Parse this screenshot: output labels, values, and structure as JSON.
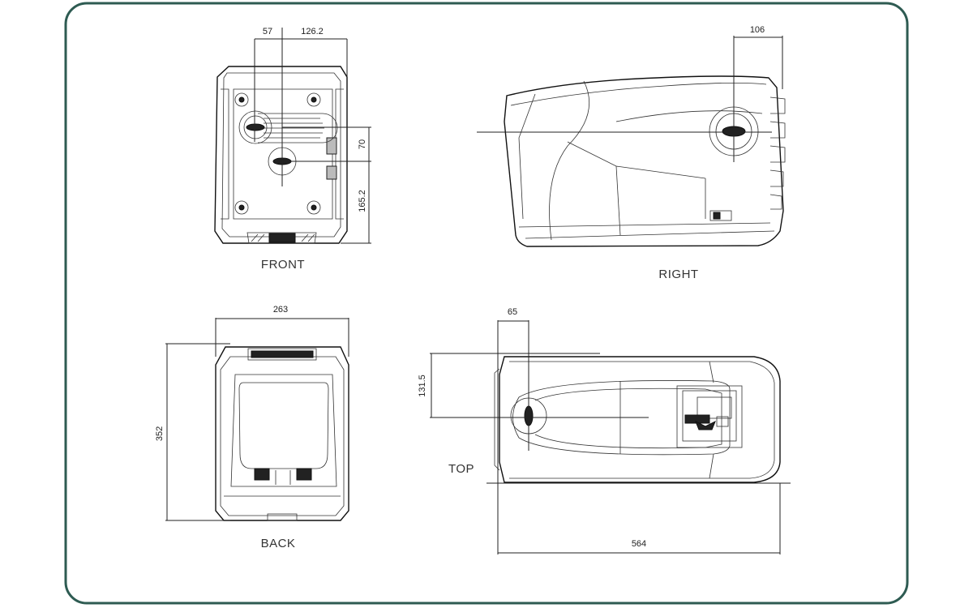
{
  "frame": {
    "border_color": "#2e5b52"
  },
  "views": {
    "front": {
      "label": "FRONT"
    },
    "right": {
      "label": "RIGHT"
    },
    "back": {
      "label": "BACK"
    },
    "top": {
      "label": "TOP"
    }
  },
  "dimensions": {
    "front_offset": "57",
    "front_width_half": "126.2",
    "front_height_upper": "70",
    "front_height_lower": "165.2",
    "right_port": "106",
    "back_width": "263",
    "back_height": "352",
    "top_port": "65",
    "top_offset": "131.5",
    "top_length": "564"
  }
}
